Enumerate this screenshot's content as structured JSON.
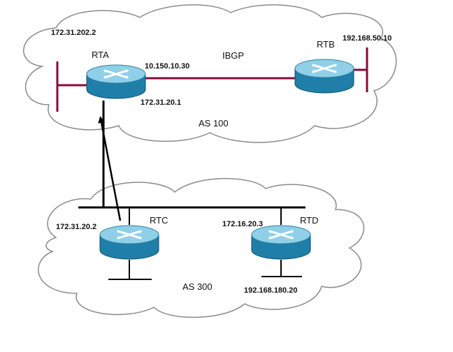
{
  "colors": {
    "link": "#8b0a3a",
    "router_body": "#1f7fa8",
    "router_top": "#8fd0e8",
    "arrow": "#000000",
    "cloud_stroke": "#8a8a8a"
  },
  "clouds": {
    "as100_label": "AS 100",
    "as300_label": "AS 300"
  },
  "routers": {
    "rta": {
      "name": "RTA",
      "icon": "router-icon"
    },
    "rtb": {
      "name": "RTB",
      "icon": "router-icon"
    },
    "rtc": {
      "name": "RTC",
      "icon": "router-icon"
    },
    "rtd": {
      "name": "RTD",
      "icon": "router-icon"
    }
  },
  "links": {
    "ibgp_label": "IBGP"
  },
  "addresses": {
    "rta_lan": "172.31.202.2",
    "rta_ibgp": "10.150.10.30",
    "rta_ebgp": "172.31.20.1",
    "rtb_lan": "192.168.50.10",
    "rtc_ebgp": "172.31.20.2",
    "rtd_ebgp": "172.16.20.3",
    "rtd_lan": "192.168.180.20"
  }
}
